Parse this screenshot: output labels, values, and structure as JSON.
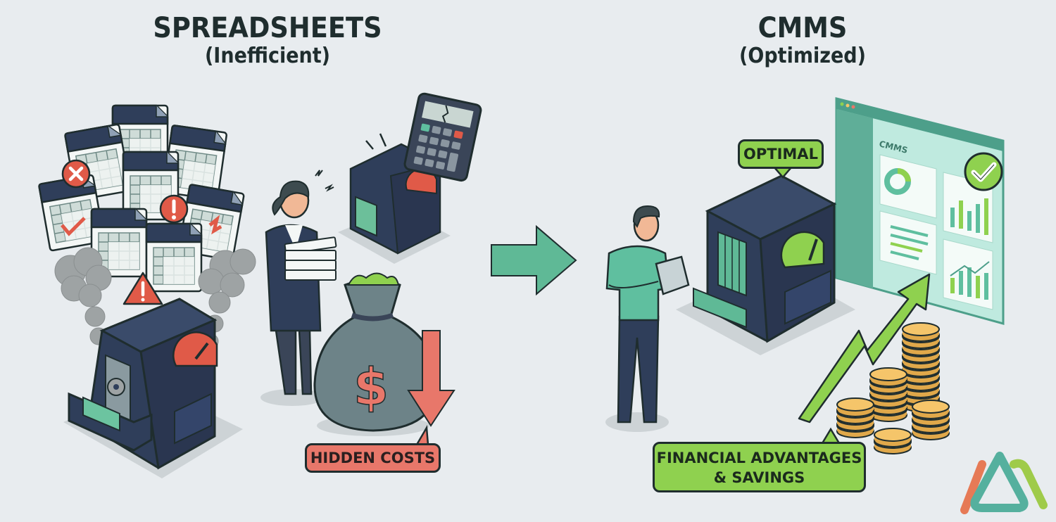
{
  "left_panel": {
    "title": "SPREADSHEETS",
    "subtitle": "(Inefficient)",
    "callout": "HIDDEN COSTS",
    "icons": [
      "spreadsheet-file-icon",
      "error-x-icon",
      "warning-exclamation-icon",
      "warning-triangle-icon",
      "smoke-icon",
      "gear-icon",
      "red-gauge-icon",
      "broken-calculator-icon",
      "stressed-person-icon",
      "money-bag-icon",
      "dollar-sign-icon",
      "down-arrow-icon"
    ]
  },
  "transition": {
    "icon": "right-arrow-icon"
  },
  "right_panel": {
    "title": "CMMS",
    "subtitle": "(Optimized)",
    "machine_callout": "OPTIMAL",
    "dashboard_title": "CMMS",
    "callout_line1": "FINANCIAL ADVANTAGES",
    "callout_line2": "& SAVINGS",
    "icons": [
      "technician-with-tablet-icon",
      "green-gauge-icon",
      "dashboard-screen-icon",
      "donut-chart-icon",
      "bar-chart-icon",
      "checkmark-icon",
      "up-trend-arrow-icon",
      "coin-stacks-icon"
    ]
  },
  "logo": {
    "name": "brand-logo",
    "colors": [
      "#e67a56",
      "#55b09e",
      "#9fcb4a"
    ]
  },
  "colors": {
    "background": "#e8ecef",
    "navy": "#2f3e5a",
    "danger_red": "#e8776a",
    "success_green": "#8fd14f",
    "teal": "#5fbf9f",
    "text_dark": "#1f2d2e"
  }
}
